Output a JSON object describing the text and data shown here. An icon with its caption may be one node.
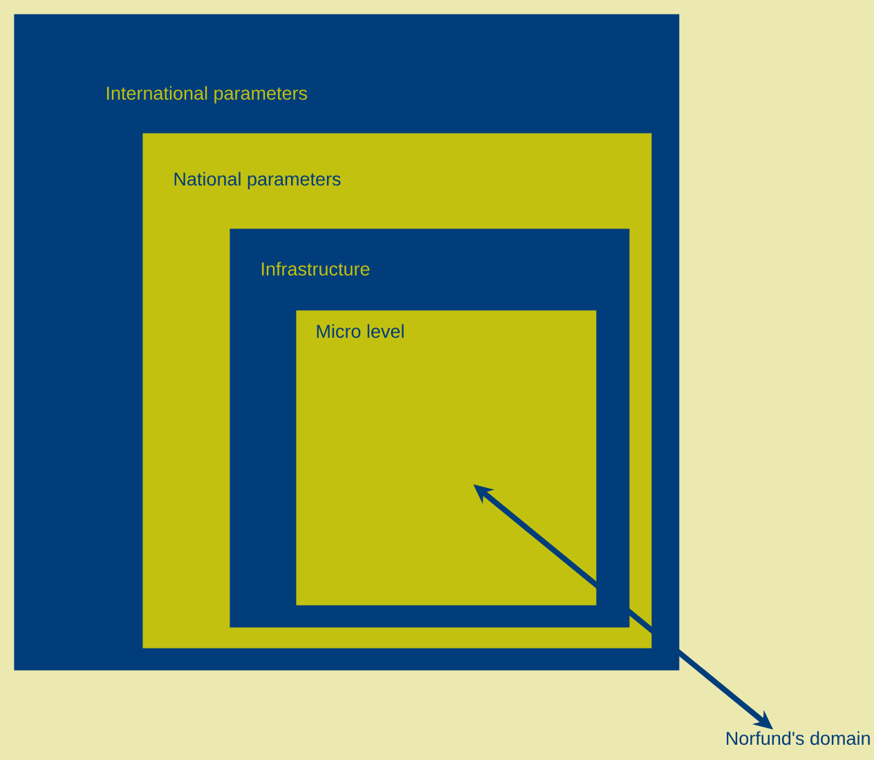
{
  "diagram": {
    "nodes": [
      {
        "text": [
          "International parameters"
        ]
      },
      {
        "text": [
          "National parameters"
        ],
        "in": 0
      },
      {
        "text": [
          "Infrastructure"
        ],
        "in": 1
      },
      {
        "text": [
          "Micro level"
        ],
        "in": 2
      },
      {
        "text": [
          "Norfund's domain"
        ]
      }
    ],
    "edges": [
      {
        "from": 4,
        "to": 3,
        "arrow": "both"
      }
    ]
  }
}
